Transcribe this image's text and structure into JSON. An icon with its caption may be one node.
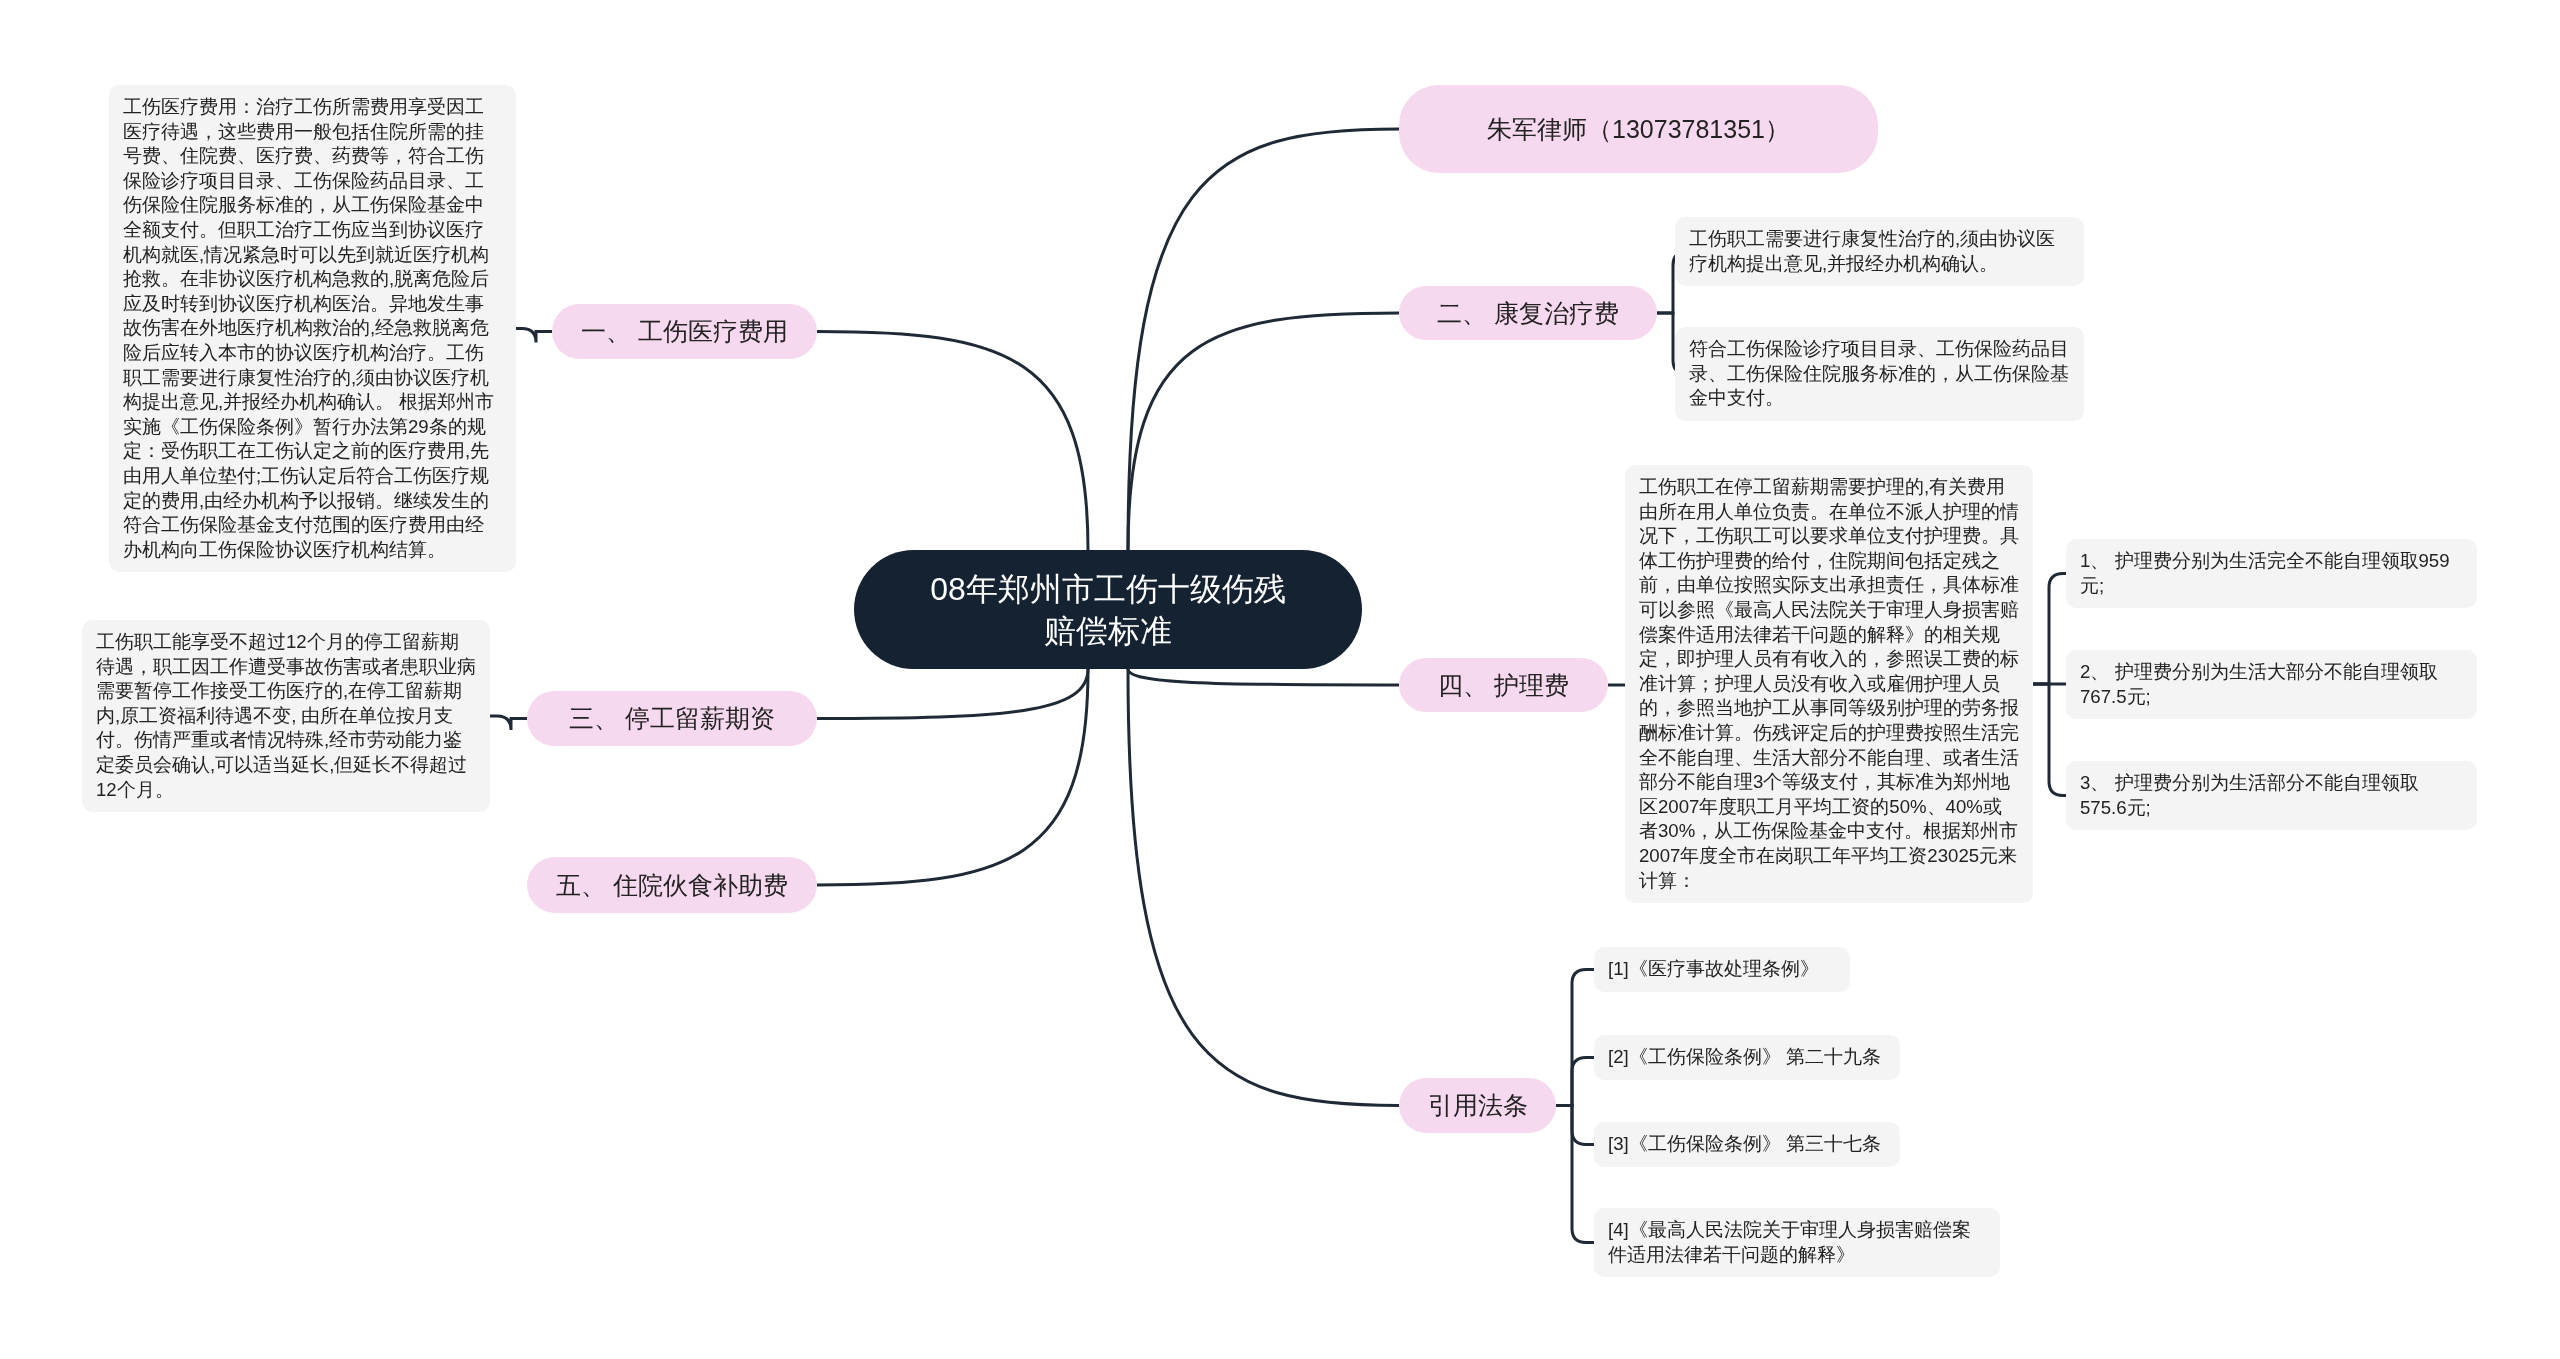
{
  "diagram": {
    "nodes": [
      {
        "text": [
          "08年郑州市工伤十级伤残赔偿标准"
        ]
      },
      {
        "text": [
          "一、 工伤医疗费用"
        ]
      },
      {
        "text": [
          "工伤医疗费用：治疗工伤所需费用享受因工医疗待遇，这些费用一般包括住院所需的挂号费、住院费、医疗费、药费等，符合工伤保险诊疗项目目录、工伤保险药品目录、工伤保险住院服务标准的，从工伤保险基金中全额支付。但职工治疗工伤应当到协议医疗机构就医,情况紧急时可以先到就近医疗机构抢救。在非协议医疗机构急救的,脱离危险后应及时转到协议医疗机构医治。异地发生事故伤害在外地医疗机构救治的,经急救脱离危险后应转入本市的协议医疗机构治疗。工伤职工需要进行康复性治疗的,须由协议医疗机构提出意见,并报经办机构确认。 根据郑州市实施《工伤保险条例》暂行办法第29条的规定：受伤职工在工伤认定之前的医疗费用,先由用人单位垫付;工伤认定后符合工伤医疗规定的费用,由经办机构予以报销。继续发生的符合工伤保险基金支付范围的医疗费用由经办机构向工伤保险协议医疗机构结算。"
        ]
      },
      {
        "text": [
          "三、 停工留薪期资"
        ]
      },
      {
        "text": [
          "工伤职工能享受不超过12个月的停工留薪期待遇，职工因工作遭受事故伤害或者患职业病需要暂停工作接受工伤医疗的,在停工留薪期内,原工资福利待遇不变, 由所在单位按月支付。伤情严重或者情况特殊,经市劳动能力鉴定委员会确认,可以适当延长,但延长不得超过12个月。"
        ]
      },
      {
        "text": [
          "五、 住院伙食补助费"
        ]
      },
      {
        "text": [
          "朱军律师（13073781351）"
        ]
      },
      {
        "text": [
          "二、 康复治疗费"
        ]
      },
      {
        "text": [
          "工伤职工需要进行康复性治疗的,须由协议医疗机构提出意见,并报经办机构确认。"
        ]
      },
      {
        "text": [
          "符合工伤保险诊疗项目目录、工伤保险药品目录、工伤保险住院服务标准的，从工伤保险基金中支付。"
        ]
      },
      {
        "text": [
          "四、 护理费"
        ]
      },
      {
        "text": [
          "工伤职工在停工留薪期需要护理的,有关费用由所在用人单位负责。在单位不派人护理的情况下，工伤职工可以要求单位支付护理费。具体工伤护理费的给付，住院期间包括定残之前，由单位按照实际支出承担责任，具体标准可以参照《最高人民法院关于审理人身损害赔偿案件适用法律若干问题的解释》的相关规定，即护理人员有有收入的，参照误工费的标准计算；护理人员没有收入或雇佣护理人员的，参照当地护工从事同等级别护理的劳务报酬标准计算。伤残评定后的护理费按照生活完全不能自理、生活大部分不能自理、或者生活部分不能自理3个等级支付，其标准为郑州地区2007年度职工月平均工资的50%、40%或者30%，从工伤保险基金中支付。根据郑州市2007年度全市在岗职工年平均工资23025元来计算："
        ]
      },
      {
        "text": [
          "1、 护理费分别为生活完全不能自理领取959元;"
        ]
      },
      {
        "text": [
          "2、 护理费分别为生活大部分不能自理领取767.5元;"
        ]
      },
      {
        "text": [
          "3、 护理费分别为生活部分不能自理领取575.6元;"
        ]
      },
      {
        "text": [
          "引用法条"
        ]
      },
      {
        "text": [
          "[1]《医疗事故处理条例》"
        ]
      },
      {
        "text": [
          "[2]《工伤保险条例》 第二十九条"
        ]
      },
      {
        "text": [
          "[3]《工伤保险条例》 第三十七条"
        ]
      },
      {
        "text": [
          "[4]《最高人民法院关于审理人身损害赔偿案件适用法律若干问题的解释》"
        ]
      }
    ],
    "edges": [
      {
        "from": 0,
        "to": 1,
        "arrow": "none"
      },
      {
        "from": 1,
        "to": 2,
        "arrow": "none"
      },
      {
        "from": 0,
        "to": 3,
        "arrow": "none"
      },
      {
        "from": 3,
        "to": 4,
        "arrow": "none"
      },
      {
        "from": 0,
        "to": 5,
        "arrow": "none"
      },
      {
        "from": 0,
        "to": 6,
        "arrow": "none"
      },
      {
        "from": 0,
        "to": 7,
        "arrow": "none"
      },
      {
        "from": 7,
        "to": 8,
        "arrow": "none"
      },
      {
        "from": 7,
        "to": 9,
        "arrow": "none"
      },
      {
        "from": 0,
        "to": 10,
        "arrow": "none"
      },
      {
        "from": 10,
        "to": 11,
        "arrow": "none"
      },
      {
        "from": 11,
        "to": 12,
        "arrow": "none"
      },
      {
        "from": 11,
        "to": 13,
        "arrow": "none"
      },
      {
        "from": 11,
        "to": 14,
        "arrow": "none"
      },
      {
        "from": 0,
        "to": 15,
        "arrow": "none"
      },
      {
        "from": 15,
        "to": 16,
        "arrow": "none"
      },
      {
        "from": 15,
        "to": 17,
        "arrow": "none"
      },
      {
        "from": 15,
        "to": 18,
        "arrow": "none"
      },
      {
        "from": 15,
        "to": 19,
        "arrow": "none"
      }
    ]
  }
}
